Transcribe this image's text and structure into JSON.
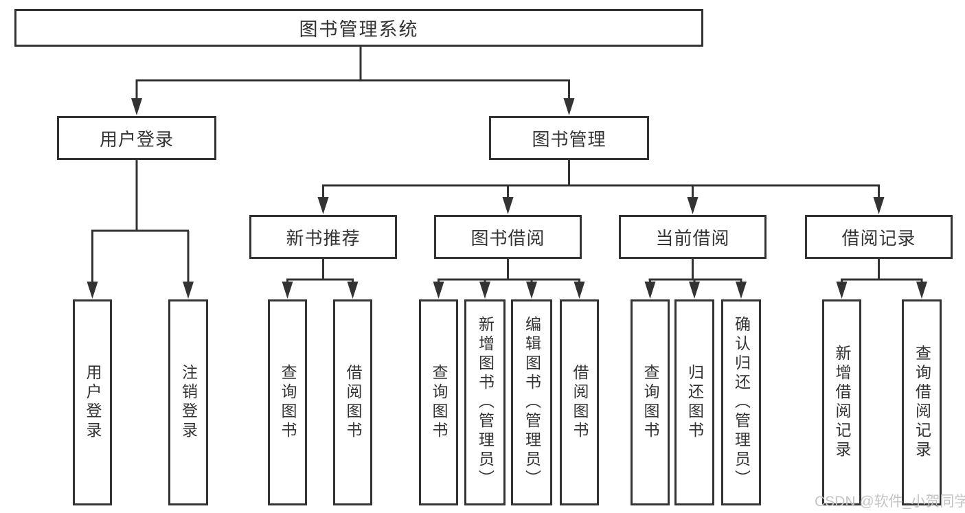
{
  "diagram": {
    "watermark": "CSDN @软件_小贺同学",
    "colors": {
      "line": "#333333",
      "box_border": "#333333",
      "text": "#333333",
      "watermark": "#c4c4c4",
      "background": "#ffffff"
    },
    "tree": {
      "root": "图书管理系统",
      "branches": [
        {
          "label": "用户登录",
          "children": [
            "用户登录",
            "注销登录"
          ]
        },
        {
          "label": "图书管理",
          "groups": [
            {
              "label": "新书推荐",
              "children": [
                "查询图书",
                "借阅图书"
              ]
            },
            {
              "label": "图书借阅",
              "children": [
                "查询图书",
                "新增图书（管理员）",
                "编辑图书（管理员）",
                "借阅图书"
              ]
            },
            {
              "label": "当前借阅",
              "children": [
                "查询图书",
                "归还图书",
                "确认归还（管理员）"
              ]
            },
            {
              "label": "借阅记录",
              "children": [
                "新增借阅记录",
                "查询借阅记录"
              ]
            }
          ]
        }
      ]
    }
  }
}
